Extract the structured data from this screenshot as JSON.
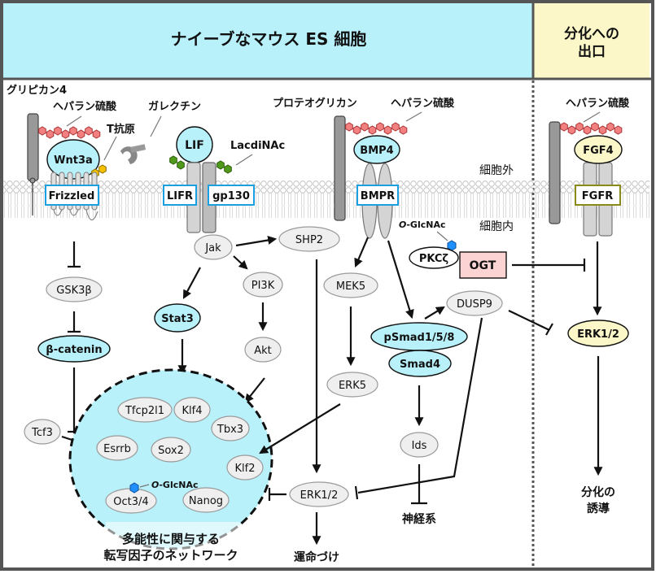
{
  "header": {
    "main_title": "ナイーブなマウス ES 細胞",
    "exit_title_line1": "分化への",
    "exit_title_line2": "出口"
  },
  "colors": {
    "naive_header_bg": "#b9f1fb",
    "exit_header_bg": "#fbf7c9",
    "node_blue": "#b9f1fb",
    "node_yellow": "#fbf7c9",
    "node_gray": "#efefef",
    "heparan_hexagon": "#f28080",
    "t_antigen_hexagon": "#f5c000",
    "lacdinac_hexagon": "#4f9a1a",
    "o_glcnac_hexagon": "#1e90ff",
    "ogt_box": "#fbd3d3",
    "receptor_label_border": "#1aa0e0",
    "fgfr_label_border": "#8a8a18"
  },
  "labels": {
    "glypican4": "グリピカン4",
    "heparan_sulfate_1": "ヘパラン硫酸",
    "heparan_sulfate_2": "ヘパラン硫酸",
    "heparan_sulfate_3": "ヘパラン硫酸",
    "galectin": "ガレクチン",
    "t_antigen": "T抗原",
    "lacdinac": "LacdiNAc",
    "proteoglycan": "プロテオグリカン",
    "extracellular": "細胞外",
    "intracellular": "細胞内",
    "o_glcnac_1": "O-GlcNAc",
    "o_glcnac_2": "O-GlcNAc",
    "network_line1": "多能性に関与する",
    "network_line2": "転写因子のネットワーク",
    "fate": "運命づけ",
    "neural": "神経系",
    "induction_line1": "分化の",
    "induction_line2": "誘導"
  },
  "ligands": {
    "wnt3a": "Wnt3a",
    "lif": "LIF",
    "bmp4": "BMP4",
    "fgf4": "FGF4"
  },
  "receptors": {
    "frizzled": "Frizzled",
    "lifr": "LIFR",
    "gp130": "gp130",
    "bmpr": "BMPR",
    "fgfr": "FGFR"
  },
  "nodes": {
    "jak": "Jak",
    "shp2": "SHP2",
    "pi3k": "PI3K",
    "akt": "Akt",
    "stat3": "Stat3",
    "gsk3b": "GSK3β",
    "bcatenin": "β-catenin",
    "tcf3": "Tcf3",
    "mek5": "MEK5",
    "erk5": "ERK5",
    "psmad": "pSmad1/5/8",
    "smad4": "Smad4",
    "dusp9": "DUSP9",
    "ids": "Ids",
    "pkcz": "PKCζ",
    "ogt": "OGT",
    "erk12_left": "ERK1/2",
    "erk12_right": "ERK1/2"
  },
  "network_factors": [
    "Tfcp2l1",
    "Klf4",
    "Tbx3",
    "Esrrb",
    "Sox2",
    "Klf2",
    "Oct3/4",
    "Nanog"
  ]
}
